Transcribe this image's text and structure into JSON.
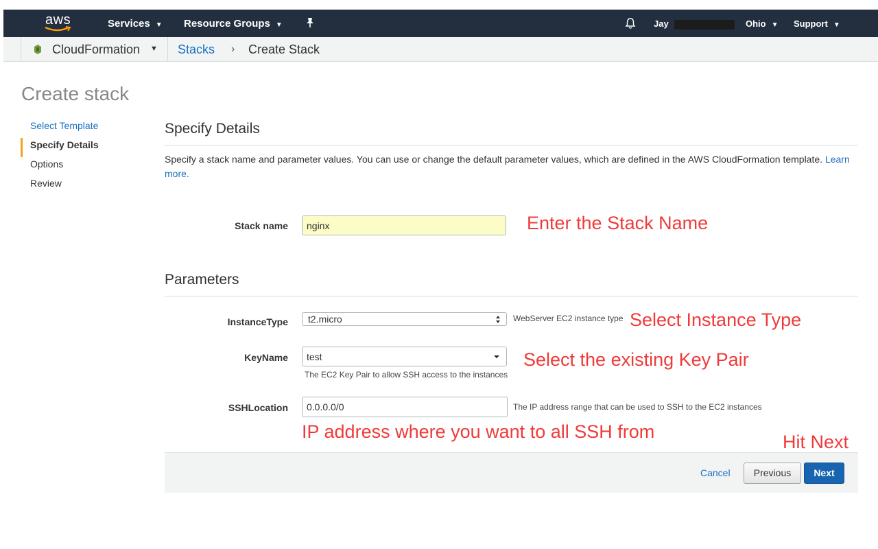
{
  "topbar": {
    "logo": "aws",
    "nav": [
      "Services",
      "Resource Groups"
    ],
    "user": "Jay",
    "region": "Ohio",
    "support": "Support"
  },
  "subbar": {
    "service": "CloudFormation",
    "breadcrumb": [
      "Stacks",
      "Create Stack"
    ],
    "separator": "›"
  },
  "page": {
    "title": "Create stack"
  },
  "steps": [
    "Select Template",
    "Specify Details",
    "Options",
    "Review"
  ],
  "details": {
    "title": "Specify Details",
    "desc": "Specify a stack name and parameter values. You can use or change the default parameter values, which are defined in the AWS CloudFormation template.",
    "learn_more": "Learn more."
  },
  "stack_name": {
    "label": "Stack name",
    "value": "nginx"
  },
  "params": {
    "title": "Parameters",
    "instance_type": {
      "label": "InstanceType",
      "value": "t2.micro",
      "help": "WebServer EC2 instance type"
    },
    "key_name": {
      "label": "KeyName",
      "value": "test",
      "help": "The EC2 Key Pair to allow SSH access to the instances"
    },
    "ssh_location": {
      "label": "SSHLocation",
      "value": "0.0.0.0/0",
      "help": "The IP address range that can be used to SSH to the EC2 instances"
    }
  },
  "annotations": {
    "stack_name": "Enter the Stack Name",
    "instance_type": "Select Instance Type",
    "key_pair": "Select the existing Key Pair",
    "ssh": "IP address where you want to all SSH from",
    "next": "Hit Next"
  },
  "buttons": {
    "cancel": "Cancel",
    "previous": "Previous",
    "next": "Next"
  },
  "colors": {
    "topbar": "#232f3e",
    "link": "#1a6fc0",
    "accent": "#f5a31a",
    "annotation": "#f03a3a",
    "primary_button": "#1764b0"
  }
}
